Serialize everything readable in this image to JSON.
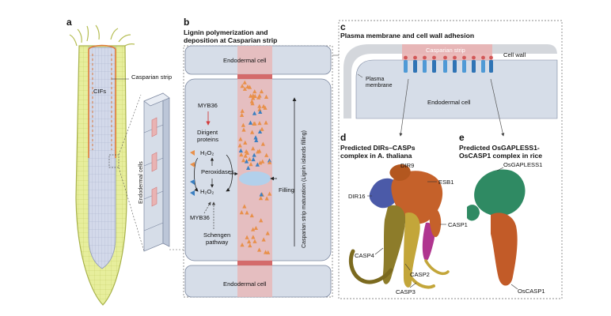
{
  "panels": {
    "a": {
      "letter": "a",
      "labels": {
        "casparian_strip": "Casparian strip",
        "cifs": "CIFs",
        "endodermal_cells": "Endodermal cells"
      }
    },
    "b": {
      "letter": "b",
      "title_line1": "Lignin polymerization and",
      "title_line2": "deposition at Casparian strip",
      "labels": {
        "endodermal_cell_top": "Endodermal cell",
        "endodermal_cell_bottom": "Endodermal cell",
        "myb36_top": "MYB36",
        "dirigent_line1": "Dirigent",
        "dirigent_line2": "proteins",
        "h2o2_top": "H₂O₂",
        "peroxidases": "Peroxidases",
        "h2o2_bottom": "H₂O₂",
        "myb36_bottom": "MYB36",
        "schengen_line1": "Schengen",
        "schengen_line2": "pathway",
        "filling": "Filling",
        "maturation": "Casparian strip maturation (Lignin islands filling)"
      }
    },
    "c": {
      "letter": "c",
      "title": "Plasma membrane and cell wall adhesion",
      "labels": {
        "casparian_strip": "Casparian strip",
        "cell_wall": "Cell wall",
        "plasma_line1": "Plasma",
        "plasma_line2": "membrane",
        "endodermal_cell": "Endodermal cell"
      }
    },
    "d": {
      "letter": "d",
      "title_line1": "Predicted DIRs–CASPs",
      "title_line2": "complex in A. thaliana",
      "labels": {
        "dir9": "DIR9",
        "esb1": "ESB1",
        "dir16": "DIR16",
        "casp1": "CASP1",
        "casp4": "CASP4",
        "casp2": "CASP2",
        "casp3": "CASP3"
      }
    },
    "e": {
      "letter": "e",
      "title_line1": "Predicted OsGAPLESS1-",
      "title_line2": "OsCASP1 complex in rice",
      "labels": {
        "osgapless1": "OsGAPLESS1",
        "oscasp1": "OsCASP1"
      }
    }
  },
  "colors": {
    "root_fill": "#e7ee9c",
    "root_outline": "#a8b24a",
    "stele": "#cfd6e6",
    "strip_orange": "#e07b39",
    "cell_grey": "#d6dde8",
    "strip_pink": "#e9b3b3",
    "lignin_orange": "#e8904a",
    "monolignol_blue": "#3a7fc1",
    "esb1_orange": "#c5612a",
    "dir16_blue": "#4b5aa8",
    "casp_olive": "#8d7c2a",
    "casp_gold": "#c3a63a",
    "casp_magenta": "#b0358f",
    "osgapless_green": "#2f8a63",
    "oscasp_orange": "#c25b28"
  }
}
